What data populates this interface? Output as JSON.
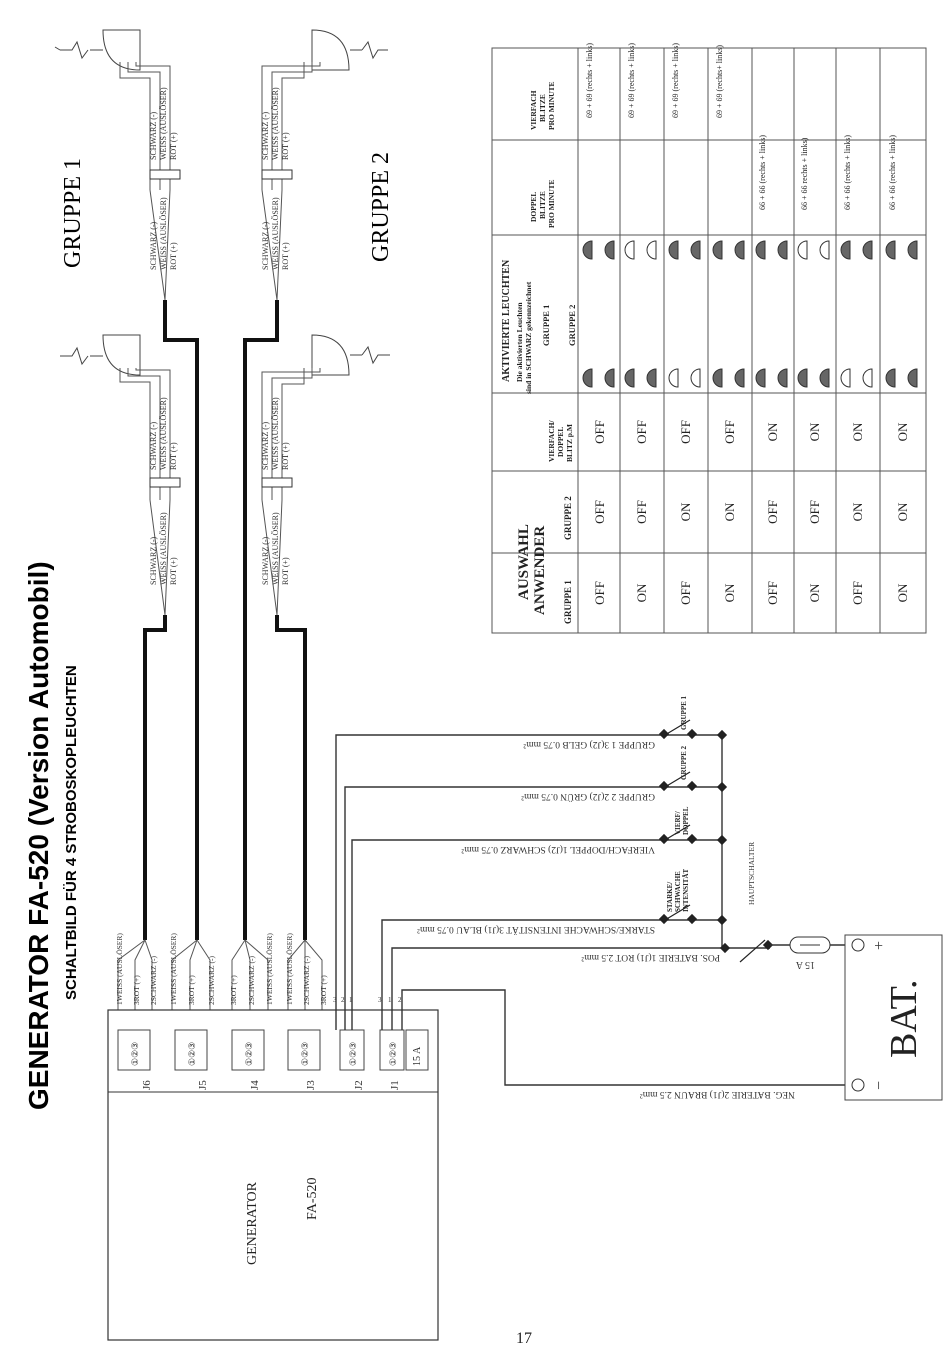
{
  "title": {
    "main": "GENERATOR  FA-520  (Version Automobil)",
    "sub": "SCHALTBILD FÜR 4 STROBOSKOPLEUCHTEN"
  },
  "groups": {
    "g1": "GRUPPE 1",
    "g2": "GRUPPE 2"
  },
  "lamp_wires": {
    "black": "SCHWARZ (-)",
    "white": "WEISS (AUSLÖSER)",
    "red": "ROT (+)",
    "pins": [
      "1",
      "2",
      "3"
    ]
  },
  "generator": {
    "label": "GENERATOR",
    "model": "FA-520",
    "fuse": "15 A",
    "connectors": [
      "J6",
      "J5",
      "J4",
      "J3",
      "J2",
      "J1"
    ]
  },
  "connector_wire_labels": {
    "white": "1WEISS (AUSLÖSER)",
    "red": "3ROT (+)",
    "black": "2SCHWARZ (-)",
    "pin1": "1",
    "pin2": "2",
    "pin3": "3"
  },
  "control_wires": [
    {
      "label": "GRUPPE 1 3(J2) GELB 0.75 mm²",
      "switch": "GRUPPE 1"
    },
    {
      "label": "GRUPPE 2 2(J2) GRÜN 0.75 mm²",
      "switch": "GRUPPE 2"
    },
    {
      "label": "VIERFACH/DOPPEL 1(J2) SCHWARZ 0.75 mm²",
      "switch": "VIERF/ DOPPEL"
    },
    {
      "label": "STARKE/SCHWACHE INTENSITÄT 3(J1) BLAU 0.75 mm²",
      "switch": "STARKE/ SCHWACHE INTENSITÄT"
    }
  ],
  "power": {
    "pos_label": "POS. BATERIE 1(J1) ROT 2.5 mm²",
    "neg_label": "NEG. BATERIE 2(J1) BRAUN 2.5 mm²",
    "main_switch": "HAUPTSCHALTER",
    "fuse": "15 A",
    "battery": "BAT.",
    "plus": "+",
    "minus": "−"
  },
  "table": {
    "header": {
      "auswahl": "AUSWAHL ANWENDER",
      "col_g1": "GRUPPE 1",
      "col_g2": "GRUPPE 2",
      "col_mode": "VIERFACH/ DOPPEL BLITZ p.M",
      "aktiv": "AKTIVIERTE LEUCHTEN",
      "aktiv_note": "Die aktivierten Leuchten sind in SCHWARZ gekennzeichnet",
      "aktiv_g1": "GRUPPE 1",
      "aktiv_g2": "GRUPPE 2",
      "doppel": "DOPPEL BLITZE PRO MINUTE",
      "vierfach": "VIERFACH BLITZE PRO MINUTE"
    },
    "rows": [
      {
        "g1": "OFF",
        "g2": "OFF",
        "mode": "OFF",
        "lamps": [
          1,
          1,
          1,
          1
        ],
        "doppel": "",
        "vierfach": "69 + 69 (rechts + links)"
      },
      {
        "g1": "ON",
        "g2": "OFF",
        "mode": "OFF",
        "lamps": [
          1,
          1,
          0,
          0
        ],
        "doppel": "",
        "vierfach": "69 + 69 (rechts + links)"
      },
      {
        "g1": "OFF",
        "g2": "ON",
        "mode": "OFF",
        "lamps": [
          0,
          0,
          1,
          1
        ],
        "doppel": "",
        "vierfach": "69 + 69 (rechts + links)"
      },
      {
        "g1": "ON",
        "g2": "ON",
        "mode": "OFF",
        "lamps": [
          1,
          1,
          1,
          1
        ],
        "doppel": "",
        "vierfach": "69 + 69 (rechts+ links)"
      },
      {
        "g1": "OFF",
        "g2": "OFF",
        "mode": "ON",
        "lamps": [
          1,
          1,
          1,
          1
        ],
        "doppel": "66 + 66 (rechts + links)",
        "vierfach": ""
      },
      {
        "g1": "ON",
        "g2": "OFF",
        "mode": "ON",
        "lamps": [
          1,
          1,
          0,
          0
        ],
        "doppel": "66 + 66 rechts + links)",
        "vierfach": ""
      },
      {
        "g1": "OFF",
        "g2": "ON",
        "mode": "ON",
        "lamps": [
          0,
          0,
          1,
          1
        ],
        "doppel": "66 + 66 (rechts + links)",
        "vierfach": ""
      },
      {
        "g1": "ON",
        "g2": "ON",
        "mode": "ON",
        "lamps": [
          1,
          1,
          1,
          1
        ],
        "doppel": "66 + 66 (rechts + links)",
        "vierfach": ""
      }
    ]
  },
  "page_number": "17"
}
